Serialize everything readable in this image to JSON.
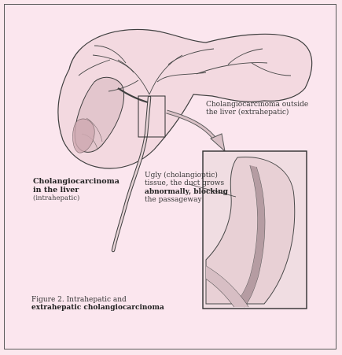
{
  "labels": {
    "outside_line1": "Cholangiocarcinoma outside",
    "outside_line2": "the liver (extrahepatic)",
    "inside_line1": "Cholangiocarcinoma",
    "inside_line2": "in the liver",
    "inside_line3": "(intrahepatic)",
    "ugly_line1": "Ugly (cholangioptic)",
    "ugly_line2": "tissue, the duct grows",
    "ugly_line3": "abnormally, blocking",
    "ugly_line4": "the passageway"
  },
  "caption": {
    "line1": "Figure 2. Intrahepatic and",
    "line2": "extrahepatic cholangiocarcinoma"
  },
  "colors": {
    "background": "#fbe6ee",
    "outline": "#3f3f3f",
    "tissue": "#e6cfd3",
    "duct": "#b7a1a5"
  }
}
